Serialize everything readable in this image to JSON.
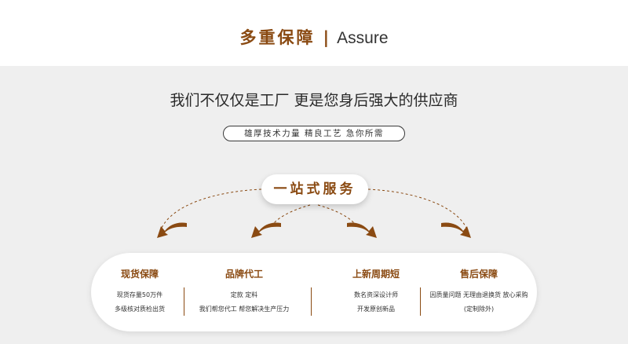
{
  "header": {
    "title_cn": "多重保障",
    "separator": "|",
    "title_en": "Assure"
  },
  "slogan": "我们不仅仅是工厂  更是您身后强大的供应商",
  "pill": "雄厚技术力量  精良工艺  急你所需",
  "badge": "一站式服务",
  "services": [
    {
      "title": "现货保障",
      "line1": "现货存量50万件",
      "line2": "多级核对质检出货"
    },
    {
      "title": "品牌代工",
      "line1": "定款 定料",
      "line2": "我们帮您代工 帮您解决生产压力"
    },
    {
      "title": "上新周期短",
      "line1": "数名资深设计师",
      "line2": "开发原创新品"
    },
    {
      "title": "售后保障",
      "line1": "因质量问题 无理由退换货 放心采购",
      "line2": "(定制除外)"
    }
  ],
  "colors": {
    "accent": "#8a4a12",
    "background": "#efefef",
    "header_bg": "#ffffff"
  }
}
